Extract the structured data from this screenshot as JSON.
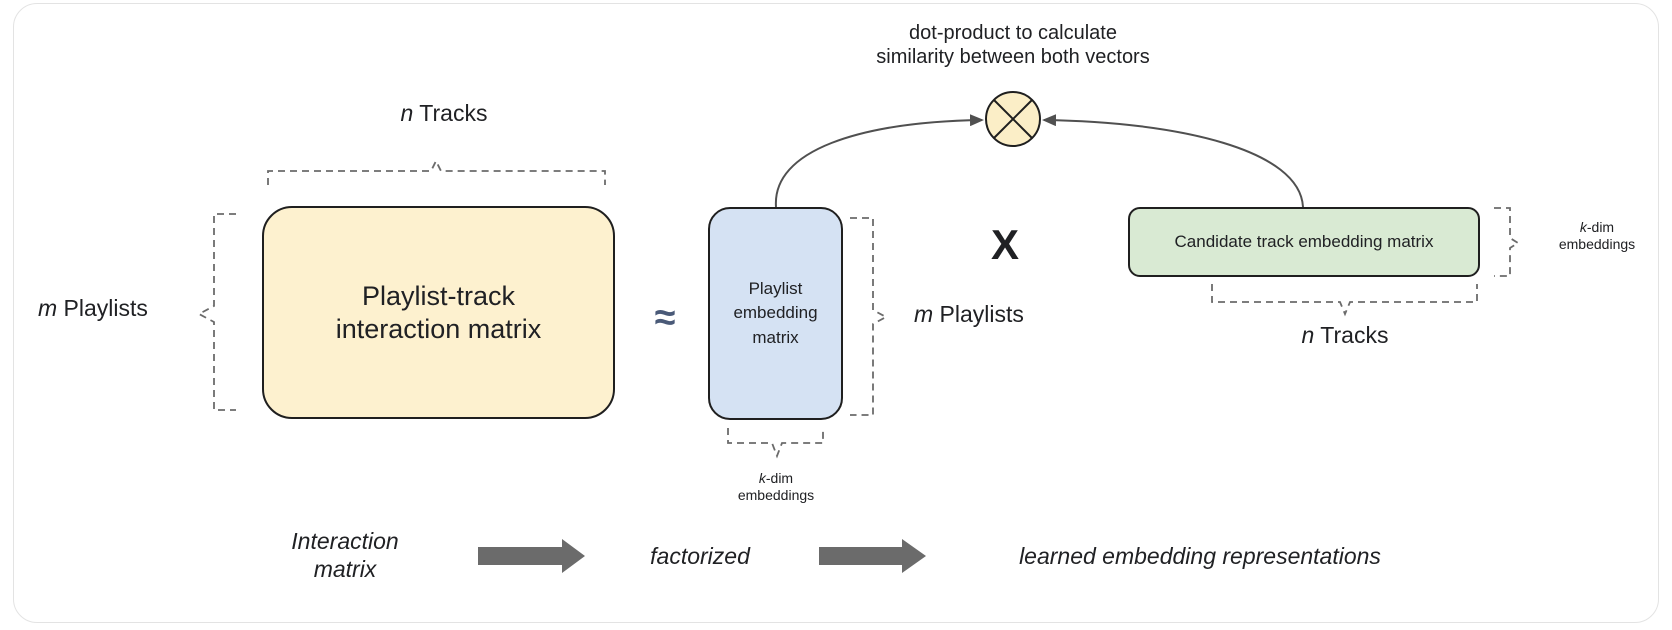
{
  "dot_product_caption": {
    "line1": "dot-product to calculate",
    "line2": "similarity between both vectors"
  },
  "interaction_matrix": {
    "line1": "Playlist-track",
    "line2": "interaction matrix"
  },
  "interaction_matrix_top_brace": {
    "var": "n",
    "text": " Tracks"
  },
  "interaction_matrix_left_brace": {
    "var": "m",
    "text": " Playlists"
  },
  "approx_symbol": "≈",
  "playlist_embedding": {
    "line1": "Playlist",
    "line2": "embedding",
    "line3": "matrix"
  },
  "playlist_embedding_right_brace": {
    "var": "m",
    "text": " Playlists"
  },
  "playlist_embedding_bottom_brace": {
    "var": "k",
    "text": "-dim",
    "line2": "embeddings"
  },
  "multiply_symbol": "X",
  "track_embedding": {
    "label": "Candidate track embedding matrix"
  },
  "track_embedding_right_brace": {
    "var": "k",
    "text": "-dim",
    "line2": "embeddings"
  },
  "track_embedding_bottom_brace": {
    "var": "n",
    "text": " Tracks"
  },
  "flow": {
    "step1": {
      "line1": "Interaction",
      "line2": "matrix"
    },
    "step2": "factorized",
    "step3": "learned embedding representations"
  },
  "colors": {
    "interaction_fill": "#fdf1cf",
    "playlist_fill": "#d5e2f3",
    "track_fill": "#d9ead3",
    "dot_fill": "#fbeec7",
    "arrow_fill": "#6b6b6b",
    "approx_color": "#4a5a78"
  }
}
